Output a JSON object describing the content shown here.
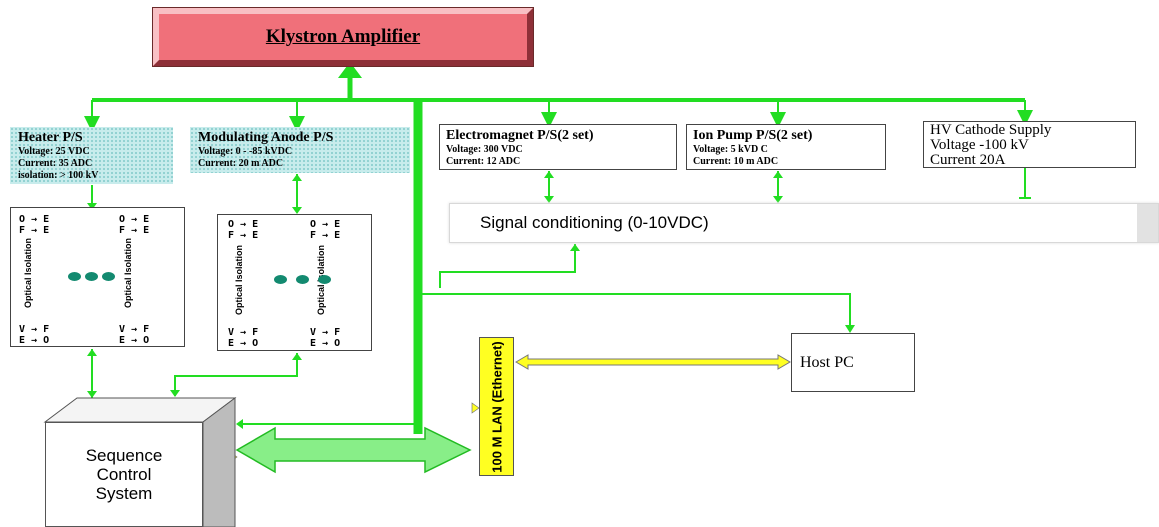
{
  "klystron": {
    "label": "Klystron Amplifier"
  },
  "heater_ps": {
    "title": "Heater P/S",
    "lines": [
      "Voltage: 25 VDC",
      "Current: 35 ADC",
      "isolation: > 100 kV"
    ]
  },
  "mod_anode_ps": {
    "title": "Modulating Anode P/S",
    "lines": [
      "Voltage: 0 - -85 kVDC",
      "Current: 20 m ADC"
    ]
  },
  "electromagnet_ps": {
    "title": "Electromagnet P/S(2 set)",
    "lines": [
      "Voltage: 300 VDC",
      "Current: 12 ADC"
    ]
  },
  "ion_pump_ps": {
    "title": "Ion Pump P/S(2 set)",
    "lines": [
      "Voltage: 5 kVD C",
      "Current: 10 m ADC"
    ]
  },
  "hv_cathode": {
    "lines": [
      "HV Cathode Supply",
      "Voltage -100 kV",
      "Current 20A"
    ]
  },
  "optical_modules": [
    {
      "top_labels": [
        "O → E",
        "F → E"
      ],
      "vertical_label": "Optical Isolation",
      "bottom_labels": [
        "V → F",
        "E → O"
      ]
    },
    {
      "top_labels": [
        "O → E",
        "F → E"
      ],
      "vertical_label": "Optical Isolation",
      "bottom_labels": [
        "V → F",
        "E → O"
      ]
    }
  ],
  "signal_conditioning": {
    "label": "Signal conditioning (0-10VDC)"
  },
  "host_pc": {
    "label": "Host PC"
  },
  "lan": {
    "label": "100 M LAN (Ethernet)"
  },
  "sequence_control": {
    "lines": [
      "Sequence",
      "Control",
      "System"
    ]
  },
  "colors": {
    "wire_green": "#22dd22",
    "klystron_fill": "#f0707a",
    "lan_yellow": "#ffff22",
    "ps_cyan": "#c8ecec",
    "dot_teal": "#138a70"
  }
}
